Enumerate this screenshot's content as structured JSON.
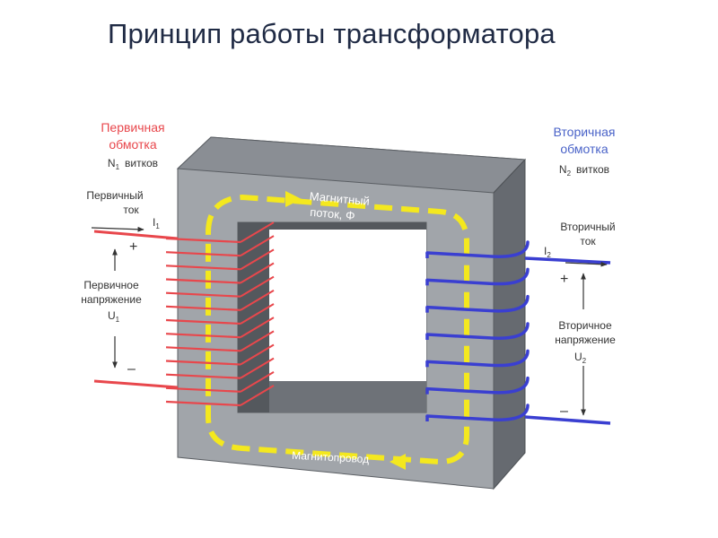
{
  "slide": {
    "title": "Принцип работы трансформатора"
  },
  "colors": {
    "primary": "#e8474c",
    "secondary": "#3a3fd1",
    "flux": "#f4e81e",
    "core_front": "#9fa3a8",
    "core_top": "#7d8187",
    "core_side": "#666a70",
    "core_inner": "#54585d",
    "label_red": "#e8474c",
    "label_blue": "#4a63c8",
    "text": "#333333"
  },
  "labels": {
    "primary_winding_line1": "Первичная",
    "primary_winding_line2": "обмотка",
    "primary_turns_n": "N",
    "primary_turns_sub": "1",
    "primary_turns_word": "витков",
    "primary_current_line1": "Первичный",
    "primary_current_line2": "ток",
    "primary_current_sym": "I",
    "primary_current_sub": "1",
    "primary_plus": "+",
    "primary_minus": "–",
    "primary_voltage_line1": "Первичное",
    "primary_voltage_line2": "напряжение",
    "primary_voltage_sym": "U",
    "primary_voltage_sub": "1",
    "secondary_winding_line1": "Вторичная",
    "secondary_winding_line2": "обмотка",
    "secondary_turns_n": "N",
    "secondary_turns_sub": "2",
    "secondary_turns_word": "витков",
    "secondary_current_line1": "Вторичный",
    "secondary_current_line2": "ток",
    "secondary_current_sym": "I",
    "secondary_current_sub": "2",
    "secondary_plus": "+",
    "secondary_minus": "–",
    "secondary_voltage_line1": "Вторичное",
    "secondary_voltage_line2": "напряжение",
    "secondary_voltage_sym": "U",
    "secondary_voltage_sub": "2",
    "flux_line1": "Магнитный",
    "flux_line2": "поток, Φ",
    "core_label": "Магнитопровод"
  },
  "windings": {
    "primary_turns_drawn": 13,
    "secondary_turns_drawn": 7
  }
}
